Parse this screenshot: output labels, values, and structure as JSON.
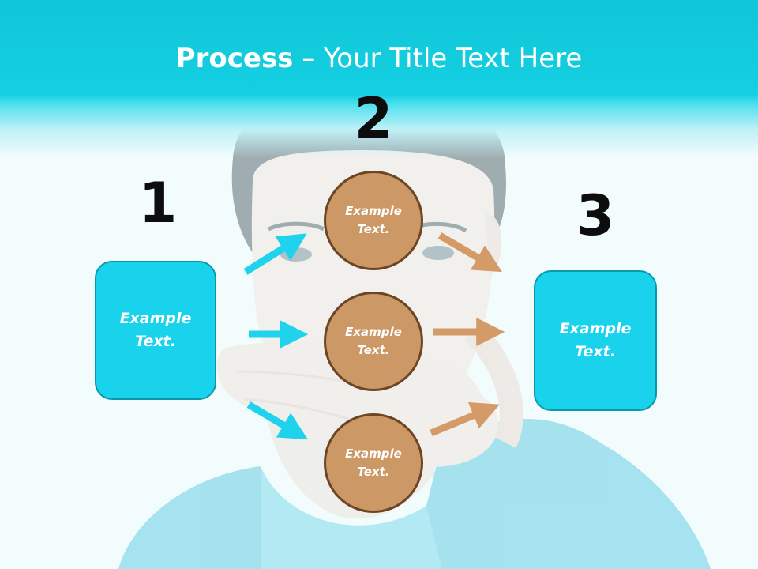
{
  "slide": {
    "title_bold": "Process",
    "title_rest": " – Your Title Text Here",
    "steps": {
      "one": "1",
      "two": "2",
      "three": "3"
    },
    "left_box": {
      "text": "Example\nText."
    },
    "right_box": {
      "text": "Example\nText."
    },
    "circles": [
      {
        "text": "Example\nText."
      },
      {
        "text": "Example\nText."
      },
      {
        "text": "Example\nText."
      }
    ]
  },
  "colors": {
    "title_band": "#14d0e2",
    "box_fill": "#19d3ec",
    "box_border": "#0b98ab",
    "circle_fill": "#cc9865",
    "circle_border": "#6d4524",
    "arrow_cyan": "#1fd3ec",
    "arrow_brown": "#d49a68"
  }
}
